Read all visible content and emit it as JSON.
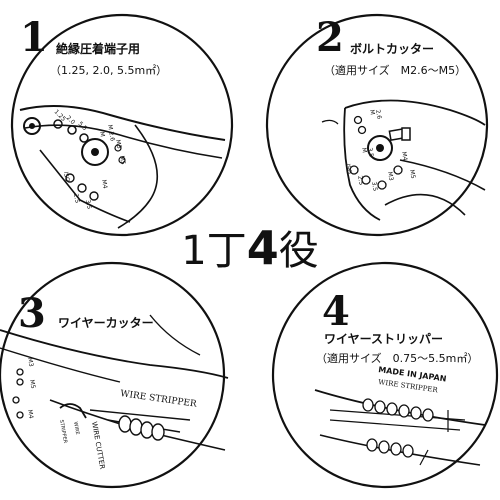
{
  "items": [
    {
      "num": "1",
      "title": "絶縁圧着端子用",
      "sub": "（1.25, 2.0, 5.5m㎡）"
    },
    {
      "num": "2",
      "title": "ボルトカッター",
      "sub": "（適用サイズ　M2.6〜M5）"
    },
    {
      "num": "3",
      "title": "ワイヤーカッター",
      "sub": ""
    },
    {
      "num": "4",
      "title": "ワイヤーストリッパー",
      "sub": "（適用サイズ　0.75〜5.5m㎡）"
    }
  ],
  "center": {
    "count": "1",
    "unit": "丁",
    "big": "4",
    "suffix": "役"
  },
  "tool_labels": {
    "panel1": [
      "1.25",
      "2.0",
      "5.5",
      "M",
      "M 2.6",
      "M3",
      "M5",
      "ISO",
      "M4",
      "2.5",
      "3.5"
    ],
    "panel2": [
      "M",
      "2.6",
      "M",
      "3.5",
      "M4",
      "ISO",
      "2.5",
      "3.5",
      "M3",
      "M5"
    ],
    "panel3": [
      "M3",
      "M5",
      "M4",
      "WIRE STRIPPER",
      "WIRE CUTTER",
      "STRIPPER",
      "WIRE"
    ],
    "panel4": [
      "MADE IN JAPAN",
      "WIRE STRIPPER"
    ]
  }
}
